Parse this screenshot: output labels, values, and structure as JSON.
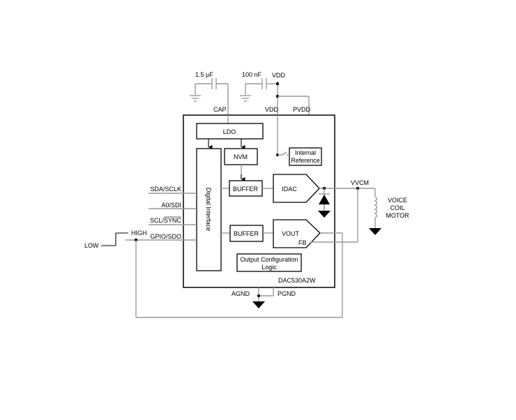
{
  "diagram": {
    "title": "DAC530A2W block diagram",
    "part_number": "DAC530A2W",
    "external_components": {
      "cap_ldo": "1.5 µF",
      "cap_vdd": "100 nF",
      "vdd_top": "VDD",
      "motor_label_line1": "VOICE",
      "motor_label_line2": "COIL",
      "motor_label_line3": "MOTOR",
      "vcm_label": "VVCM",
      "high_label": "HIGH",
      "low_label": "LOW"
    },
    "pins": {
      "cap": "CAP",
      "vdd": "VDD",
      "pvdd": "PVDD",
      "sda_sclk": "SDA/SCLK",
      "a0_sdi": "A0/SDI",
      "scl_sync": "SCL/SYNC",
      "gpio_sdo": "GPIO/SDO",
      "agnd": "AGND",
      "pgnd": "PGND"
    },
    "blocks": {
      "ldo": "LDO",
      "nvm": "NVM",
      "digital_interface": "Digital Interface",
      "buffer1": "BUFFER",
      "buffer2": "BUFFER",
      "idac": "IDAC",
      "vout": "VOUT",
      "fb": "FB",
      "internal_reference_line1": "Internal",
      "internal_reference_line2": "Reference",
      "output_config_line1": "Output  Configuration",
      "output_config_line2": "Logic"
    }
  }
}
